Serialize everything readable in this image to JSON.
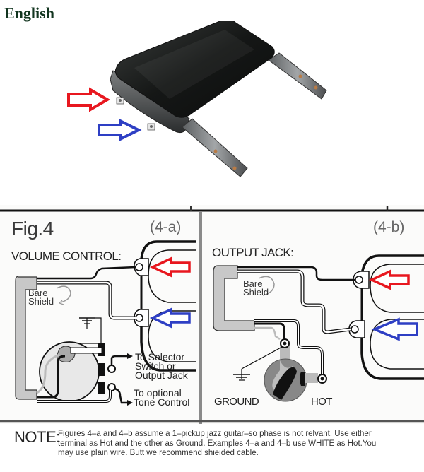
{
  "header": {
    "title": "English"
  },
  "photo": {
    "subject": "pickup",
    "markers": [
      {
        "name": "red-arrow",
        "color": "#e8171f"
      },
      {
        "name": "blue-arrow",
        "color": "#2e3fc4"
      }
    ]
  },
  "figure": {
    "title": "Fig.4",
    "panels": [
      {
        "id": "4-a",
        "label": "(4-a)",
        "heading": "VOLUME CONTROL:",
        "shield_label_line1": "Bare",
        "shield_label_line2": "Shield",
        "callouts": [
          {
            "line1": "To Selector",
            "line2": "Switch or",
            "line3": "Output Jack"
          },
          {
            "line1": "To optional",
            "line2": "Tone Control"
          }
        ]
      },
      {
        "id": "4-b",
        "label": "(4-b)",
        "heading": "OUTPUT JACK:",
        "shield_label_line1": "Bare",
        "shield_label_line2": "Shield",
        "ground_label": "GROUND",
        "hot_label": "HOT"
      }
    ],
    "arrow_colors": {
      "red": "#e8171f",
      "blue": "#2e3fc4"
    }
  },
  "note": {
    "label": "NOTE:",
    "line1": "Figures 4–a and 4–b assume a 1–pickup jazz guitar–so phase is not relvant. Use either",
    "line2": "terminal as Hot and the other as Ground. Examples 4–a and 4–b use WHITE as Hot.You",
    "line3": "may use plain wire. Butt we recommend shieided cable."
  }
}
